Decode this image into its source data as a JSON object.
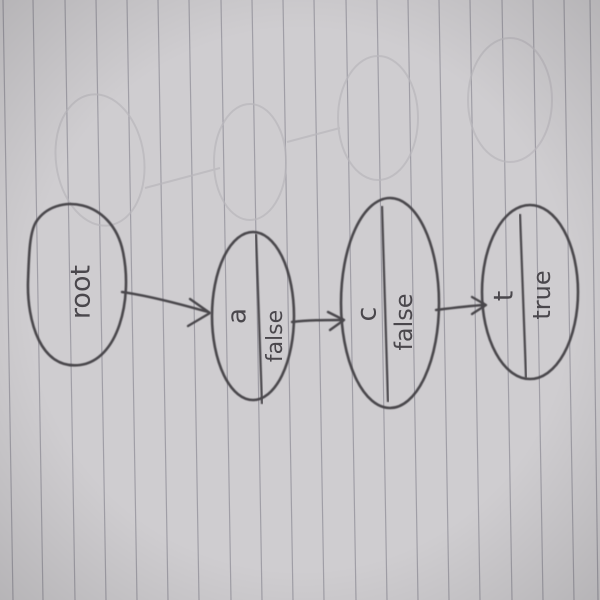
{
  "diagram": {
    "nodes": [
      {
        "id": "root",
        "label": "root",
        "flag": ""
      },
      {
        "id": "a",
        "label": "a",
        "flag": "false"
      },
      {
        "id": "c",
        "label": "c",
        "flag": "false"
      },
      {
        "id": "t",
        "label": "t",
        "flag": "true"
      }
    ],
    "edges": [
      {
        "from": "root",
        "to": "a"
      },
      {
        "from": "a",
        "to": "c"
      },
      {
        "from": "c",
        "to": "t"
      }
    ]
  },
  "colors": {
    "paper": "#cfcdd0",
    "rule_line": "#9b9aa2",
    "pencil": "#4a474c"
  }
}
